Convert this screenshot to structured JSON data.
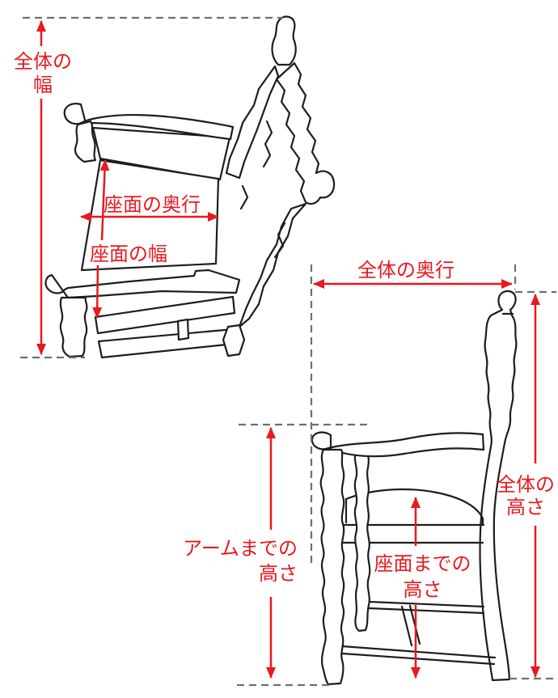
{
  "diagram": {
    "colors": {
      "dimension_red": "#e8191f",
      "guide_gray": "#6f6f6f",
      "line_black": "#1d1d1d",
      "background": "#ffffff"
    },
    "top_view": {
      "labels": {
        "overall_width_line1": "全体の",
        "overall_width_line2": "幅",
        "seat_depth": "座面の奥行",
        "seat_width": "座面の幅"
      }
    },
    "side_view": {
      "labels": {
        "overall_depth": "全体の奥行",
        "arm_height_line1": "アームまでの",
        "arm_height_line2": "高さ",
        "seat_height_line1": "座面までの",
        "seat_height_line2": "高さ",
        "overall_height_line1": "全体の",
        "overall_height_line2": "高さ"
      }
    }
  }
}
